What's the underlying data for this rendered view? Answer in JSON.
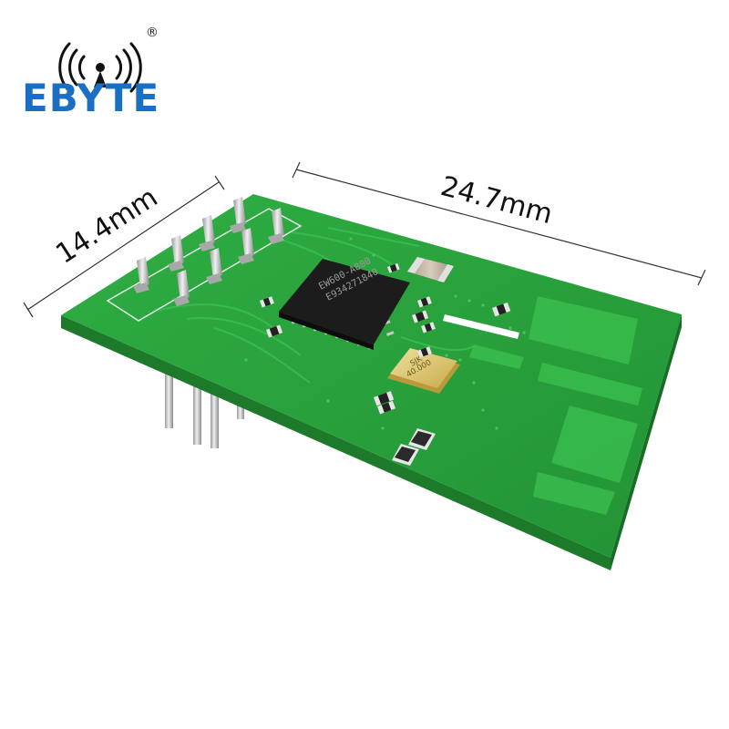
{
  "logo": {
    "brand": "EBYTE",
    "registered_mark": "®",
    "color": "#1a6fc4",
    "icon": "wireless-antenna-icon"
  },
  "dimensions": {
    "width_label": "14.4mm",
    "length_label": "24.7mm"
  },
  "chip": {
    "line1": "EW600-A800",
    "line2": "E934271840"
  },
  "crystal": {
    "line1": "SJK",
    "line2": "40.000"
  },
  "colors": {
    "pcb": "#27a23a",
    "pcb_edge": "#1e7d2c",
    "chip": "#1c1c1c",
    "crystal": "#d9c06a",
    "pin": "#c8c8c8"
  }
}
